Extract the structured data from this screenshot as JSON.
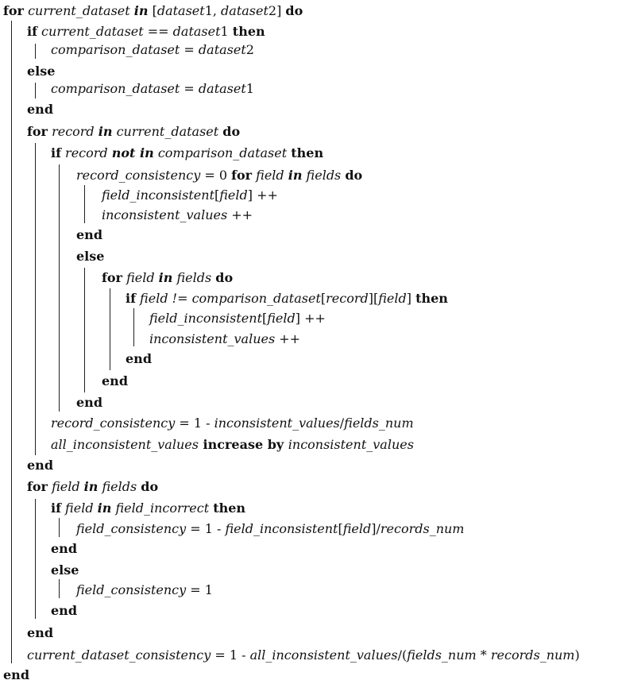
{
  "algorithm": {
    "lines": [
      [
        {
          "t": "for",
          "s": "kw"
        },
        {
          "t": " current_dataset ",
          "s": "it"
        },
        {
          "t": "in",
          "s": "bki"
        },
        {
          "t": " [",
          "s": "n"
        },
        {
          "t": "dataset",
          "s": "it"
        },
        {
          "t": "1, ",
          "s": "n"
        },
        {
          "t": "dataset",
          "s": "it"
        },
        {
          "t": "2] ",
          "s": "n"
        },
        {
          "t": "do",
          "s": "kw"
        }
      ],
      [
        {
          "t": "if",
          "s": "kw"
        },
        {
          "t": " current_dataset",
          "s": "it"
        },
        {
          "t": " == ",
          "s": "n"
        },
        {
          "t": "dataset",
          "s": "it"
        },
        {
          "t": "1 ",
          "s": "n"
        },
        {
          "t": "then",
          "s": "kw"
        }
      ],
      [
        {
          "t": "comparison_dataset",
          "s": "it"
        },
        {
          "t": " = ",
          "s": "n"
        },
        {
          "t": "dataset",
          "s": "it"
        },
        {
          "t": "2",
          "s": "n"
        }
      ],
      [
        {
          "t": "else",
          "s": "kw"
        }
      ],
      [
        {
          "t": "comparison_dataset",
          "s": "it"
        },
        {
          "t": " = ",
          "s": "n"
        },
        {
          "t": "dataset",
          "s": "it"
        },
        {
          "t": "1",
          "s": "n"
        }
      ],
      [
        {
          "t": "end",
          "s": "kw"
        }
      ],
      [
        {
          "t": "for",
          "s": "kw"
        },
        {
          "t": " record ",
          "s": "it"
        },
        {
          "t": "in",
          "s": "bki"
        },
        {
          "t": " current_dataset ",
          "s": "it"
        },
        {
          "t": "do",
          "s": "kw"
        }
      ],
      [
        {
          "t": "if",
          "s": "kw"
        },
        {
          "t": " record ",
          "s": "it"
        },
        {
          "t": "not in",
          "s": "bki"
        },
        {
          "t": " comparison_dataset ",
          "s": "it"
        },
        {
          "t": "then",
          "s": "kw"
        }
      ],
      [
        {
          "t": "record_consistency",
          "s": "it"
        },
        {
          "t": " = 0 ",
          "s": "n"
        },
        {
          "t": "for",
          "s": "kw"
        },
        {
          "t": " field ",
          "s": "it"
        },
        {
          "t": "in",
          "s": "bki"
        },
        {
          "t": " fields ",
          "s": "it"
        },
        {
          "t": "do",
          "s": "kw"
        }
      ],
      [
        {
          "t": "field_inconsistent",
          "s": "it"
        },
        {
          "t": "[",
          "s": "n"
        },
        {
          "t": "field",
          "s": "it"
        },
        {
          "t": "] ++",
          "s": "n"
        }
      ],
      [
        {
          "t": "inconsistent_values",
          "s": "it"
        },
        {
          "t": " ++",
          "s": "n"
        }
      ],
      [
        {
          "t": "end",
          "s": "kw"
        }
      ],
      [
        {
          "t": "else",
          "s": "kw"
        }
      ],
      [
        {
          "t": "for",
          "s": "kw"
        },
        {
          "t": " field ",
          "s": "it"
        },
        {
          "t": "in",
          "s": "bki"
        },
        {
          "t": " fields ",
          "s": "it"
        },
        {
          "t": "do",
          "s": "kw"
        }
      ],
      [
        {
          "t": "if",
          "s": "kw"
        },
        {
          "t": " field != comparison_dataset",
          "s": "it"
        },
        {
          "t": "[",
          "s": "n"
        },
        {
          "t": "record",
          "s": "it"
        },
        {
          "t": "][",
          "s": "n"
        },
        {
          "t": "field",
          "s": "it"
        },
        {
          "t": "] ",
          "s": "n"
        },
        {
          "t": "then",
          "s": "kw"
        }
      ],
      [
        {
          "t": "field_inconsistent",
          "s": "it"
        },
        {
          "t": "[",
          "s": "n"
        },
        {
          "t": "field",
          "s": "it"
        },
        {
          "t": "] ++",
          "s": "n"
        }
      ],
      [
        {
          "t": "inconsistent_values",
          "s": "it"
        },
        {
          "t": " ++",
          "s": "n"
        }
      ],
      [
        {
          "t": "end",
          "s": "kw"
        }
      ],
      [
        {
          "t": "end",
          "s": "kw"
        }
      ],
      [
        {
          "t": "end",
          "s": "kw"
        }
      ],
      [
        {
          "t": "record_consistency",
          "s": "it"
        },
        {
          "t": " = 1 - ",
          "s": "n"
        },
        {
          "t": "inconsistent_values",
          "s": "it"
        },
        {
          "t": "/",
          "s": "n"
        },
        {
          "t": "fields_num",
          "s": "it"
        }
      ],
      [
        {
          "t": "all_inconsistent_values",
          "s": "it"
        },
        {
          "t": " increase by ",
          "s": "kw"
        },
        {
          "t": "inconsistent_values",
          "s": "it"
        }
      ],
      [
        {
          "t": "end",
          "s": "kw"
        }
      ],
      [
        {
          "t": "for",
          "s": "kw"
        },
        {
          "t": " field ",
          "s": "it"
        },
        {
          "t": "in",
          "s": "bki"
        },
        {
          "t": " fields ",
          "s": "it"
        },
        {
          "t": "do",
          "s": "kw"
        }
      ],
      [
        {
          "t": "if",
          "s": "kw"
        },
        {
          "t": " field ",
          "s": "it"
        },
        {
          "t": "in",
          "s": "bki"
        },
        {
          "t": " field_incorrect ",
          "s": "it"
        },
        {
          "t": "then",
          "s": "kw"
        }
      ],
      [
        {
          "t": "field_consistency",
          "s": "it"
        },
        {
          "t": " = 1 - ",
          "s": "n"
        },
        {
          "t": "field_inconsistent",
          "s": "it"
        },
        {
          "t": "[",
          "s": "n"
        },
        {
          "t": "field",
          "s": "it"
        },
        {
          "t": "]/",
          "s": "n"
        },
        {
          "t": "records_num",
          "s": "it"
        }
      ],
      [
        {
          "t": "end",
          "s": "kw"
        }
      ],
      [
        {
          "t": "else",
          "s": "kw"
        }
      ],
      [
        {
          "t": "field_consistency",
          "s": "it"
        },
        {
          "t": " = 1",
          "s": "n"
        }
      ],
      [
        {
          "t": "end",
          "s": "kw"
        }
      ],
      [
        {
          "t": "end",
          "s": "kw"
        }
      ],
      [
        {
          "t": "current_dataset_consistency",
          "s": "it"
        },
        {
          "t": " = 1 - ",
          "s": "n"
        },
        {
          "t": "all_inconsistent_values",
          "s": "it"
        },
        {
          "t": "/(",
          "s": "n"
        },
        {
          "t": "fields_num",
          "s": "it"
        },
        {
          "t": " * ",
          "s": "n"
        },
        {
          "t": "records_num",
          "s": "it"
        },
        {
          "t": ")",
          "s": "n"
        }
      ],
      [
        {
          "t": "end",
          "s": "kw"
        }
      ]
    ]
  }
}
